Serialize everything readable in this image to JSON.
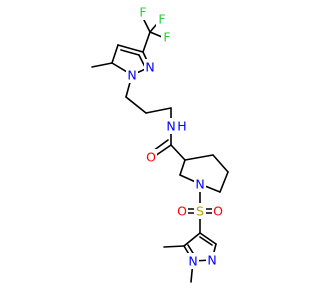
{
  "colors": {
    "bond": "#000000",
    "carbon": "#000000",
    "nitrogen": "#0000ff",
    "oxygen": "#ff0000",
    "sulfur": "#b8a000",
    "fluorine": "#33cc33"
  },
  "atoms": {
    "F_a": "F",
    "F_b": "F",
    "F_c": "F",
    "N_pz1_n1": "N",
    "N_pz1_n2": "N",
    "N_amide": "N",
    "H_amide": "H",
    "O_amide": "O",
    "N_pip": "N",
    "S_sulfonyl": "S",
    "O_sulf_left": "O",
    "O_sulf_right": "O",
    "N_pz2_n1": "N",
    "N_pz2_n2": "N"
  }
}
